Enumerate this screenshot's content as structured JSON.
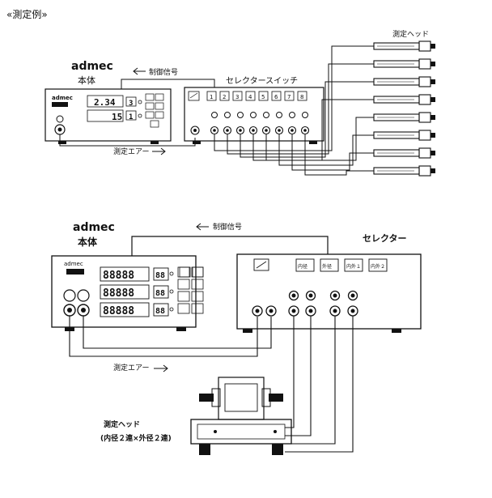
{
  "heading": "«測定例»",
  "diagram1": {
    "brand": "admec",
    "main_unit_label": "本体",
    "control_signal_label": "制御信号",
    "selector_label": "セレクタースイッチ",
    "heads_label": "測定ヘッド",
    "air_label": "測定エアー",
    "display_top": "2.34",
    "display_bottom": "15",
    "display_small_top": "3",
    "display_small_bottom": "1",
    "channel_numbers": [
      "1",
      "2",
      "3",
      "4",
      "5",
      "6",
      "7",
      "8"
    ]
  },
  "diagram2": {
    "brand": "admec",
    "main_unit_label": "本体",
    "control_signal_label": "制御信号",
    "selector_label": "セレクター",
    "air_label": "測定エアー",
    "head_label_line1": "測定ヘッド",
    "head_label_line2": "(内径２連×外径２連)",
    "display_digits": "88888",
    "small_digits": "88",
    "selector_buttons": [
      "内径",
      "外径",
      "内外１",
      "内外２"
    ]
  }
}
